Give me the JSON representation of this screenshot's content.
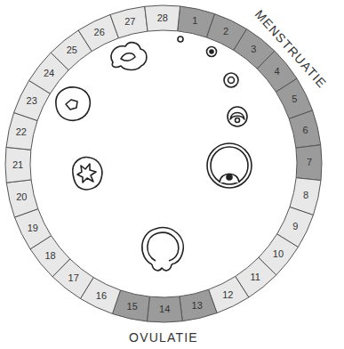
{
  "diagram": {
    "nodes": [
      {
        "text": [
          "1"
        ]
      },
      {
        "text": [
          "2"
        ]
      },
      {
        "text": [
          "3"
        ]
      },
      {
        "text": [
          "4"
        ]
      },
      {
        "text": [
          "5"
        ]
      },
      {
        "text": [
          "6"
        ]
      },
      {
        "text": [
          "7"
        ]
      },
      {
        "text": [
          "8"
        ]
      },
      {
        "text": [
          "9"
        ]
      },
      {
        "text": [
          "10"
        ]
      },
      {
        "text": [
          "11"
        ]
      },
      {
        "text": [
          "12"
        ]
      },
      {
        "text": [
          "13"
        ]
      },
      {
        "text": [
          "14"
        ]
      },
      {
        "text": [
          "15"
        ]
      },
      {
        "text": [
          "16"
        ]
      },
      {
        "text": [
          "17"
        ]
      },
      {
        "text": [
          "18"
        ]
      },
      {
        "text": [
          "19"
        ]
      },
      {
        "text": [
          "20"
        ]
      },
      {
        "text": [
          "21"
        ]
      },
      {
        "text": [
          "22"
        ]
      },
      {
        "text": [
          "23"
        ]
      },
      {
        "text": [
          "24"
        ]
      },
      {
        "text": [
          "25"
        ]
      },
      {
        "text": [
          "26"
        ]
      },
      {
        "text": [
          "27"
        ]
      },
      {
        "text": [
          "28"
        ]
      }
    ],
    "labels": [
      "MENSTRUATIE",
      "OVULATIE"
    ]
  }
}
